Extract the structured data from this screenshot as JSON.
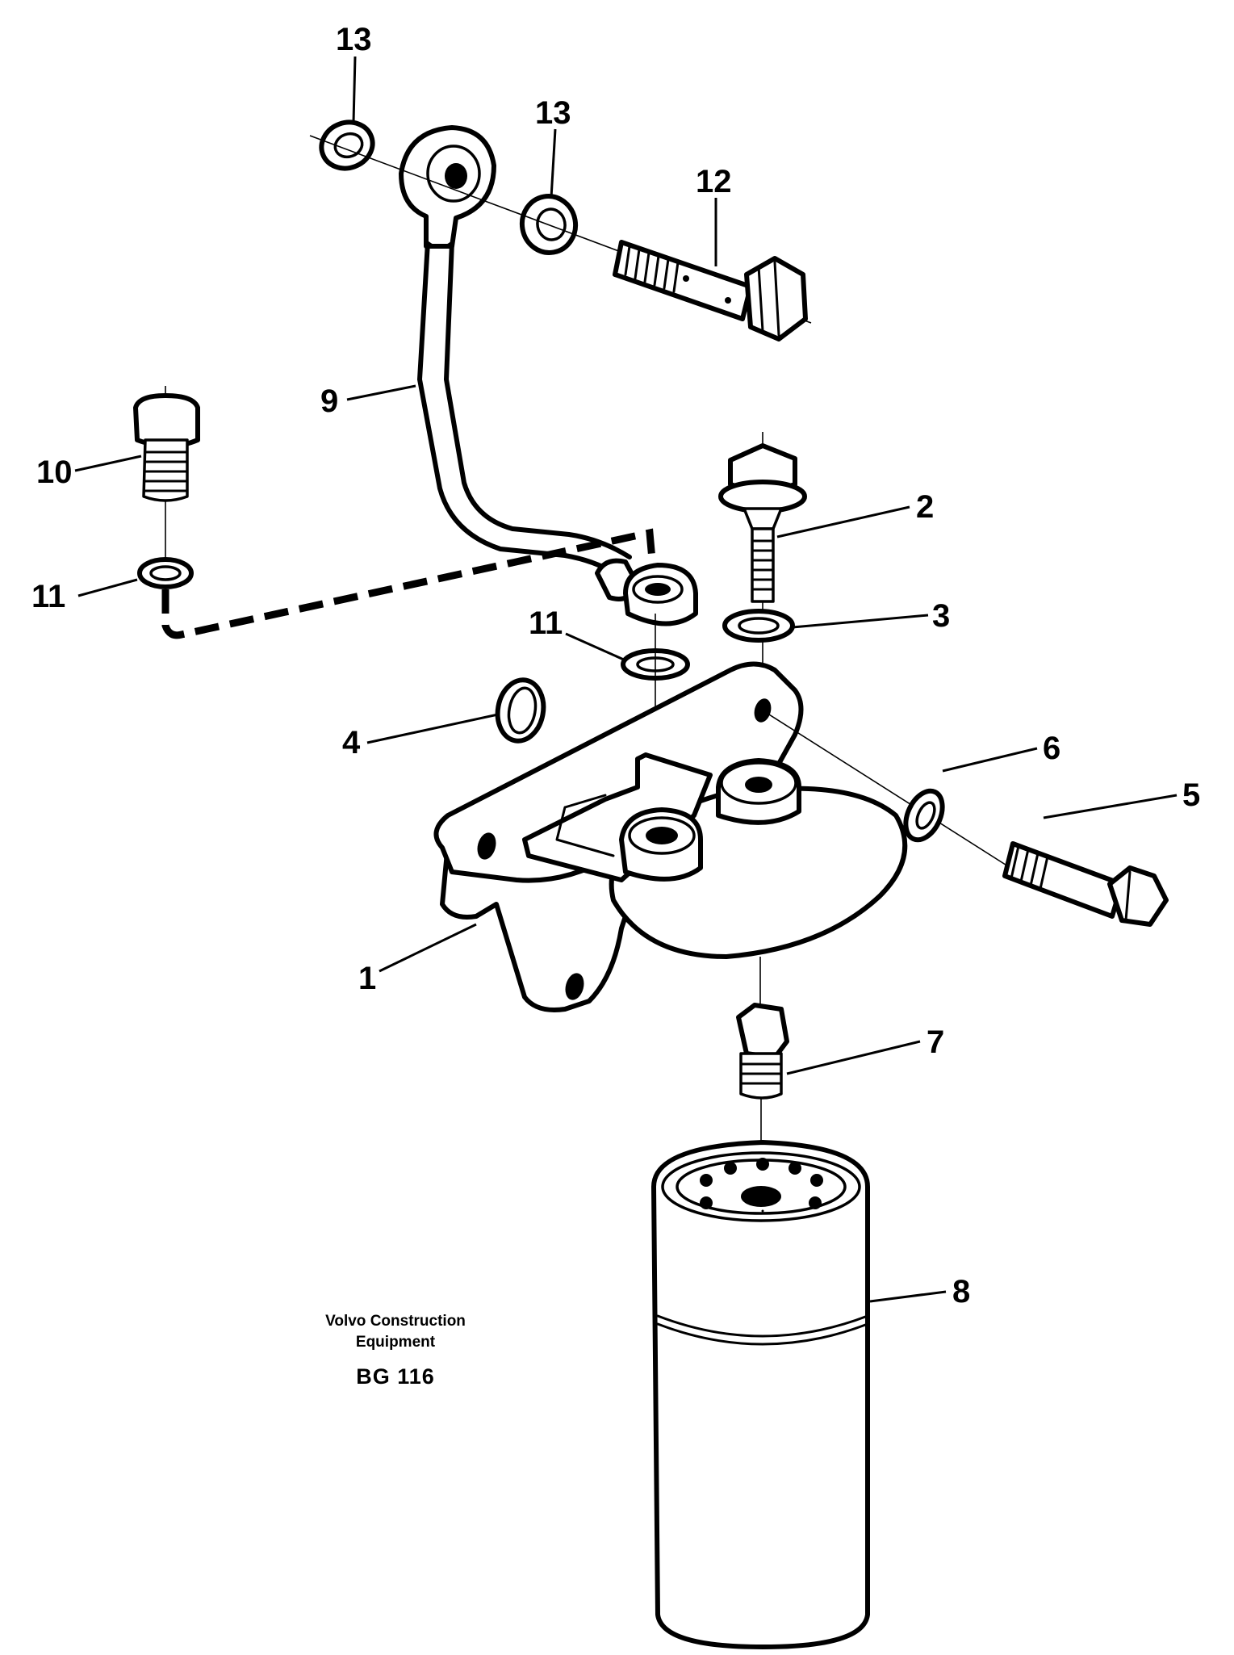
{
  "callouts": {
    "c1": "1",
    "c2": "2",
    "c3": "3",
    "c4": "4",
    "c5": "5",
    "c6": "6",
    "c7": "7",
    "c8": "8",
    "c9": "9",
    "c10": "10",
    "c11a": "11",
    "c11b": "11",
    "c12": "12",
    "c13a": "13",
    "c13b": "13"
  },
  "caption": {
    "line1": "Volvo Construction",
    "line2": "Equipment",
    "code": "BG 116"
  }
}
